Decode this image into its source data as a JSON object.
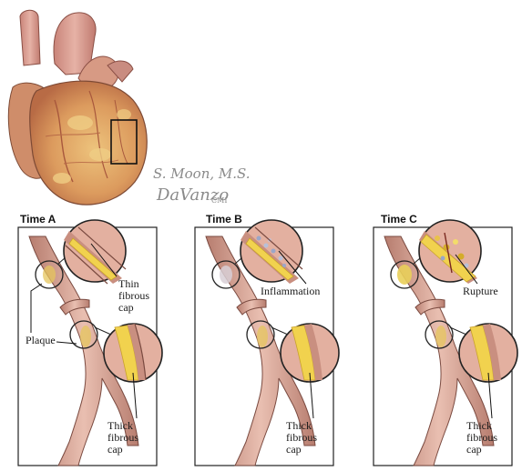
{
  "signature": {
    "line1": "S. Moon, M.S.",
    "line2": "DaVanzo",
    "suffix": "CMI"
  },
  "panels": [
    {
      "title": "Time A",
      "upper_callout": "Thin fibrous cap",
      "upper_lines": [
        "Thin",
        "fibrous",
        "cap"
      ],
      "plaque_label": "Plaque",
      "lower_callout_lines": [
        "Thick",
        "fibrous",
        "cap"
      ]
    },
    {
      "title": "Time B",
      "upper_callout": "Inflammation",
      "lower_callout_lines": [
        "Thick",
        "fibrous",
        "cap"
      ]
    },
    {
      "title": "Time C",
      "upper_callout": "Rupture",
      "lower_callout_lines": [
        "Thick",
        "fibrous",
        "cap"
      ]
    }
  ],
  "colors": {
    "artery_wall": "#c98f80",
    "artery_lumen": "#e7b9a8",
    "artery_edge": "#7a4a40",
    "plaque": "#f1d24e",
    "plaque_dark": "#c9a22c",
    "heart_muscle": "#d99a63",
    "heart_fat": "#e9c070",
    "aorta": "#d59a90",
    "outline": "#222222"
  }
}
